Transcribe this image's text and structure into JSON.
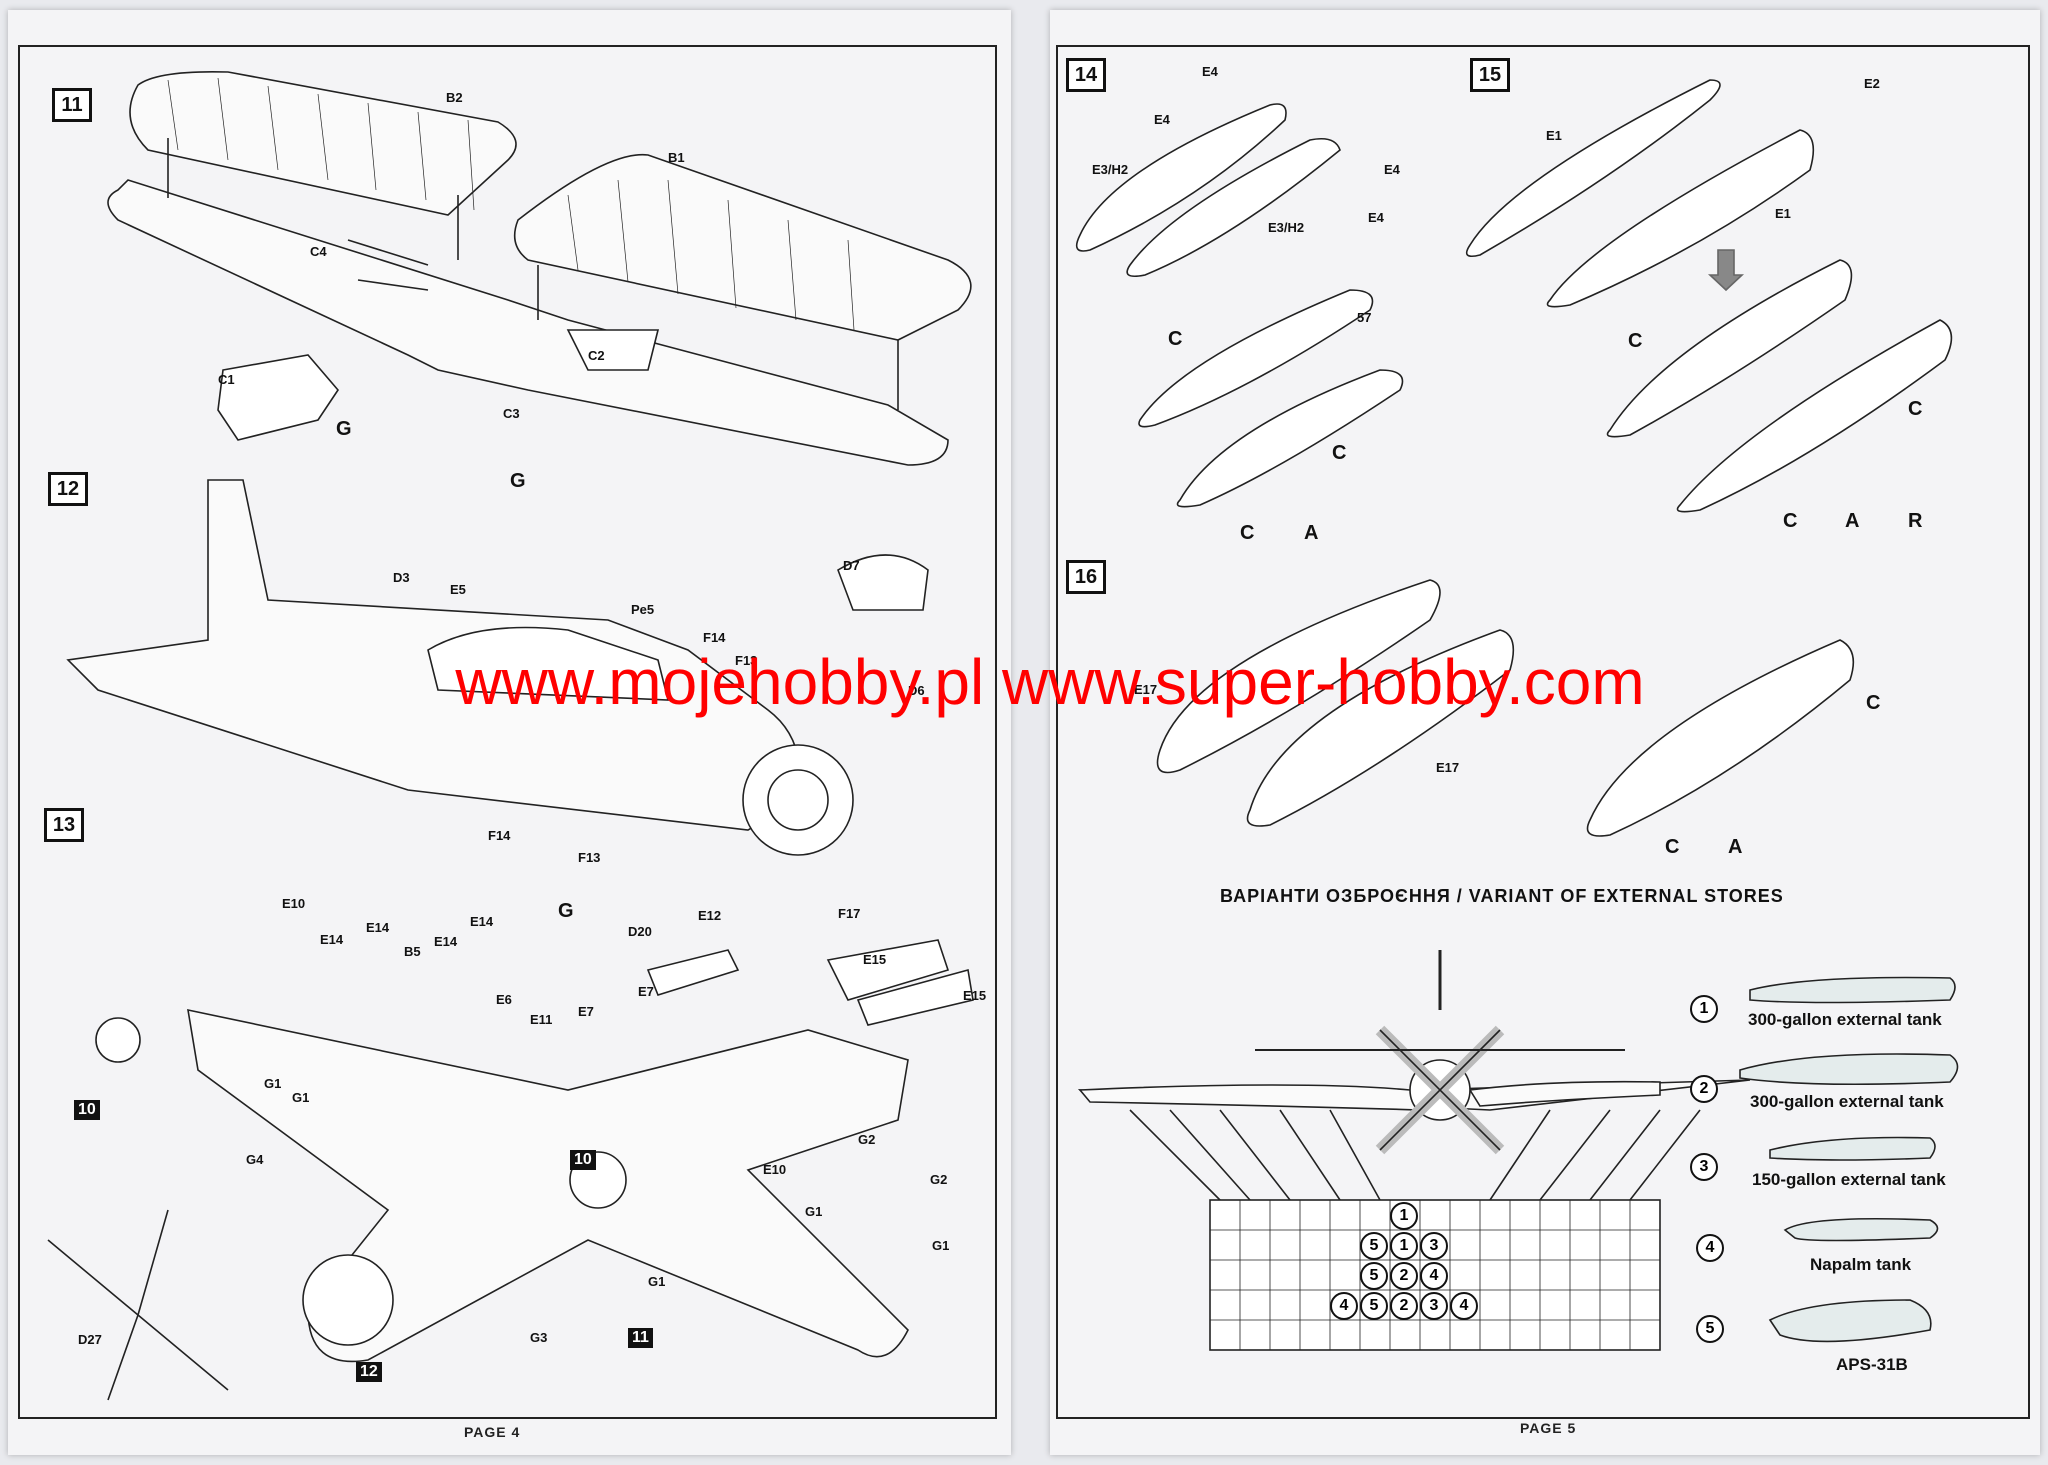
{
  "watermark": "www.mojehobby.pl www.super-hobby.com",
  "left_page": {
    "page_label": "PAGE 4",
    "steps": [
      "11",
      "12",
      "13"
    ],
    "step11": {
      "labels": {
        "b2": "B2",
        "b1": "B1",
        "c4": "C4",
        "c1": "C1",
        "c2": "C2",
        "c3": "C3"
      },
      "glue_g1": "G",
      "glue_g2": "G"
    },
    "step12": {
      "labels": {
        "d3": "D3",
        "e5": "E5",
        "pe5": "Pe5",
        "d7": "D7",
        "f14a": "F14",
        "f13a": "F13",
        "d6": "D6",
        "f14b": "F14",
        "f13b": "F13"
      }
    },
    "step13": {
      "labels": {
        "e10a": "E10",
        "e14a": "E14",
        "e14b": "E14",
        "e14c": "E14",
        "e14d": "E14",
        "b5": "B5",
        "e6": "E6",
        "d20": "D20",
        "e12": "E12",
        "f17": "F17",
        "e15a": "E15",
        "e15b": "E15",
        "e7": "E7",
        "e11": "E11",
        "e7b": "E7",
        "g1a": "G1",
        "g1b": "G1",
        "g4": "G4",
        "g2a": "G2",
        "g2b": "G2",
        "g1c": "G1",
        "g1d": "G1",
        "g1e": "G1",
        "e10b": "E10",
        "g3": "G3",
        "d27": "D27"
      },
      "glue": "G",
      "ref_boxes": [
        "10",
        "10",
        "11",
        "12"
      ]
    }
  },
  "right_page": {
    "page_label": "PAGE 5",
    "steps": [
      "14",
      "15",
      "16"
    ],
    "step14": {
      "labels": {
        "e4a": "E4",
        "e4b": "E4",
        "e3h2a": "E3/H2",
        "e3h2b": "E3/H2",
        "e4c": "E4",
        "e4d": "E4",
        "ref57": "57"
      },
      "glue_c1": "C",
      "glue_c2": "C",
      "glue_ca": "C",
      "glue_a": "A"
    },
    "step15": {
      "labels": {
        "e1a": "E1",
        "e1b": "E1",
        "e2": "E2"
      },
      "glue_c1": "C",
      "glue_c2": "C",
      "glue_c3": "C",
      "glue_a": "A",
      "glue_r": "R"
    },
    "step16": {
      "labels": {
        "e17a": "E17",
        "e17b": "E17"
      },
      "glue_c1": "C",
      "glue_c2": "C",
      "glue_a": "A"
    },
    "stores_title": "ВАРІАНТИ ОЗБРОЄННЯ / VARIANT OF EXTERNAL STORES",
    "stores_legend": [
      {
        "num": "1",
        "text": "300-gallon external tank"
      },
      {
        "num": "2",
        "text": "300-gallon external tank"
      },
      {
        "num": "3",
        "text": "150-gallon external tank"
      },
      {
        "num": "4",
        "text": "Napalm tank"
      },
      {
        "num": "5",
        "text": "APS-31B"
      }
    ],
    "stores_grid": [
      [
        "",
        "",
        "",
        "1",
        "",
        "",
        ""
      ],
      [
        "",
        "",
        "5",
        "1",
        "3",
        "",
        ""
      ],
      [
        "",
        "",
        "5",
        "2",
        "4",
        "",
        ""
      ],
      [
        "",
        "4",
        "5",
        "2",
        "3",
        "4",
        ""
      ]
    ]
  }
}
